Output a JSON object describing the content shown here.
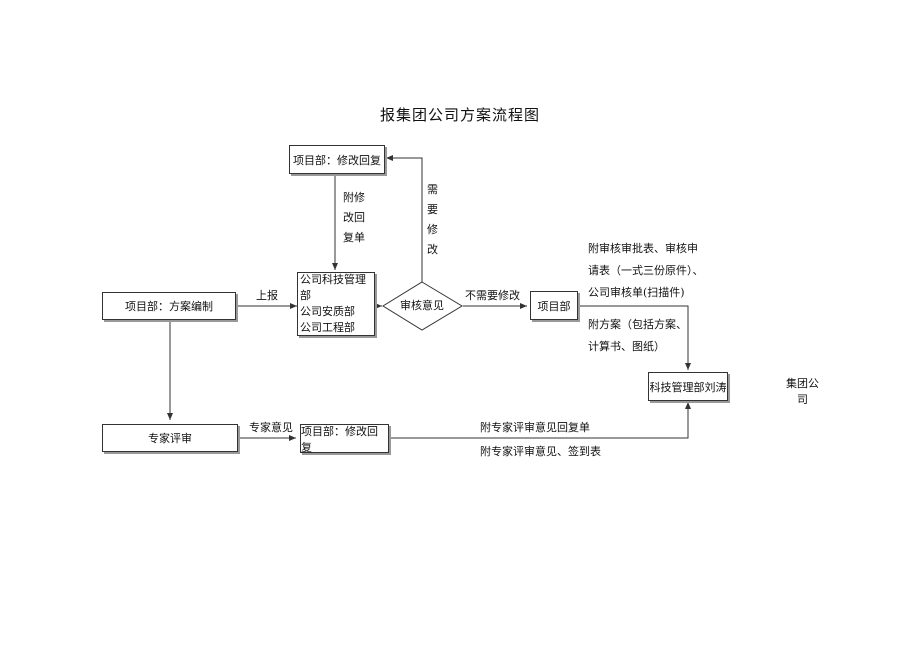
{
  "title": "报集团公司方案流程图",
  "nodes": {
    "project_prepare": "项目部：方案编制",
    "project_revise_top": "项目部：修改回复",
    "depts": [
      "公司科技管理部",
      "公司安质部",
      "公司工程部"
    ],
    "review_decision": "审核意见",
    "project_dept": "项目部",
    "tech_mgmt_head": "科技管理部刘涛",
    "expert_review": "专家评审",
    "project_revise_bottom": "项目部：修改回复"
  },
  "edge_labels": {
    "report_up": "上报",
    "attach_revision": [
      "附修",
      "改回",
      "复单"
    ],
    "needs_revision": [
      "需",
      "要",
      "修",
      "改"
    ],
    "no_revision": "不需要修改",
    "expert_opinion": "专家意见",
    "attach_expert_reply": "附专家评审意见回复单",
    "attach_expert_sign": "附专家评审意见、签到表"
  },
  "notes": {
    "approval_forms": [
      "附审核审批表、审核申",
      "请表（一式三份原件）、",
      "公司审核单(扫描件)"
    ],
    "attach_plan": [
      "附方案（包括方案、",
      "计算书、图纸）"
    ],
    "group_company": [
      "集团公",
      "司"
    ]
  }
}
